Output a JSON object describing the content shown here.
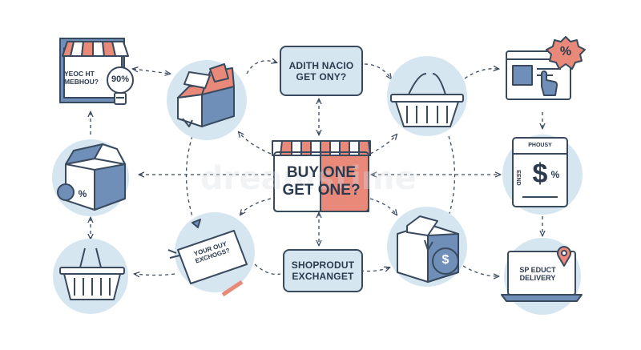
{
  "center": {
    "line1": "BUY ONE",
    "line2": "GET ONE?"
  },
  "top_box": {
    "line1": "ADITH NACIO",
    "line2": "GET ONY?"
  },
  "bottom_box": {
    "line1": "SHOPRODUT",
    "line2": "EXCHANGET"
  },
  "store_sign": {
    "line1": "YEOC HT",
    "line2": "MEBHOU?",
    "bulb_text": "90%"
  },
  "card_box": {
    "percent": "%"
  },
  "exchange_card": {
    "line1": "YOUR OUY",
    "line2": "EXCHOGS?"
  },
  "dollar_box": {
    "symbol": "$"
  },
  "web_page": {
    "badge": "%"
  },
  "receipt": {
    "title": "PHOUSY",
    "side": "EEND",
    "symbol": "$",
    "percent": "%"
  },
  "laptop": {
    "line1": "SP EDUCT",
    "line2": "DELIVERY"
  },
  "watermark": "dreamstime",
  "colors": {
    "navy": "#3a4a5e",
    "circle": "#d6e6f1",
    "coral": "#e8897a",
    "blue": "#6f8fb8"
  }
}
